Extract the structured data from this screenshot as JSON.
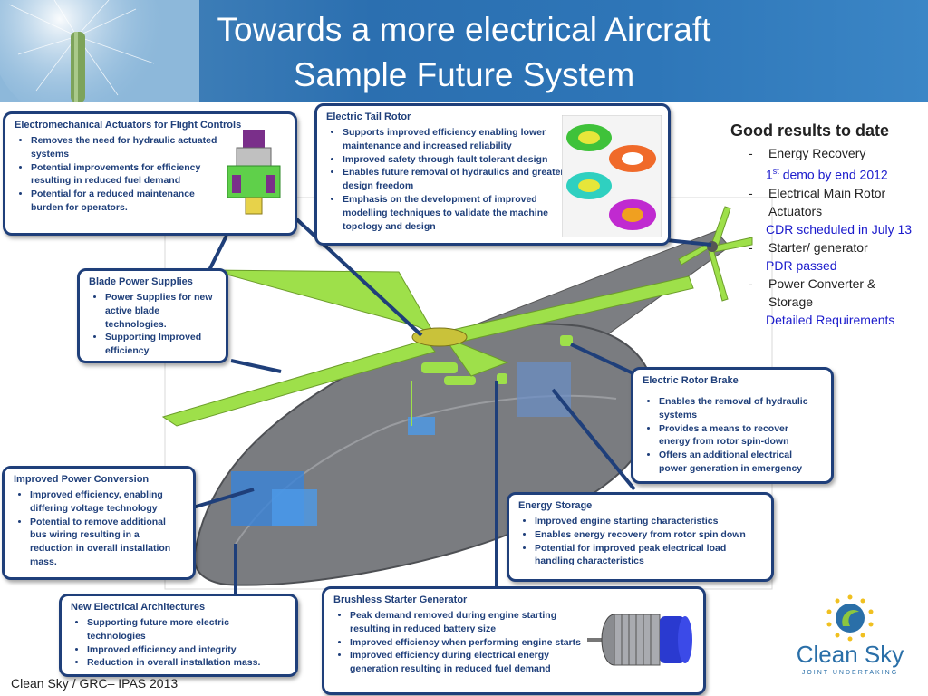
{
  "header": {
    "title_line1": "Towards a more electrical Aircraft",
    "title_line2": "Sample Future System"
  },
  "boxes": {
    "ema": {
      "title": "Electromechanical Actuators for Flight Controls",
      "items": [
        "Removes the need for hydraulic actuated systems",
        "Potential improvements for efficiency resulting in reduced fuel demand",
        "Potential for a reduced maintenance burden for operators."
      ]
    },
    "tail": {
      "title": "Electric Tail Rotor",
      "items": [
        "Supports improved efficiency enabling lower maintenance and increased reliability",
        "Improved safety through fault tolerant design",
        "Enables future removal of hydraulics and greater design freedom",
        "Emphasis on the development of improved modelling techniques to validate the machine topology and design"
      ]
    },
    "blade": {
      "title": "Blade Power Supplies",
      "items": [
        "Power Supplies for new active blade technologies.",
        "Supporting Improved efficiency"
      ]
    },
    "brake": {
      "title": "Electric Rotor Brake",
      "items": [
        "Enables the removal of hydraulic systems",
        "Provides a means to recover energy from rotor spin-down",
        "Offers an additional electrical power generation in emergency"
      ]
    },
    "conversion": {
      "title": "Improved Power Conversion",
      "items": [
        "Improved efficiency, enabling differing voltage technology",
        "Potential to remove additional bus wiring resulting in a reduction in overall installation mass."
      ]
    },
    "storage": {
      "title": "Energy Storage",
      "items": [
        "Improved engine starting characteristics",
        "Enables energy recovery from rotor spin down",
        "Potential for improved peak electrical load handling characteristics"
      ]
    },
    "arch": {
      "title": "New Electrical Architectures",
      "items": [
        "Supporting future more electric technologies",
        "Improved efficiency and integrity",
        "Reduction in overall installation mass."
      ]
    },
    "starter": {
      "title": "Brushless Starter Generator",
      "items": [
        "Peak demand removed during engine starting resulting in reduced battery size",
        "Improved efficiency when performing engine starts",
        "Improved efficiency during electrical energy generation resulting in reduced fuel demand"
      ]
    }
  },
  "results": {
    "heading": "Good results to date",
    "items": [
      {
        "label": "Energy Recovery",
        "status_main": "1",
        "status_sup": "st",
        "status_rest": " demo by end 2012"
      },
      {
        "label": "Electrical Main Rotor Actuators",
        "status": "CDR scheduled in July 13"
      },
      {
        "label": "Starter/ generator",
        "status": "PDR passed"
      },
      {
        "label": "Power Converter & Storage",
        "status": "Detailed Requirements"
      }
    ],
    "dash": "-"
  },
  "footer": {
    "text": "Clean Sky / GRC– IPAS 2013"
  },
  "logo": {
    "wordmark": "Clean Sky",
    "tagline": "JOINT UNDERTAKING"
  },
  "colors": {
    "accent": "#1f3f7a",
    "header_blue": "#2b6fb0",
    "status_blue": "#1a1acc",
    "lime": "#9ee04a"
  }
}
